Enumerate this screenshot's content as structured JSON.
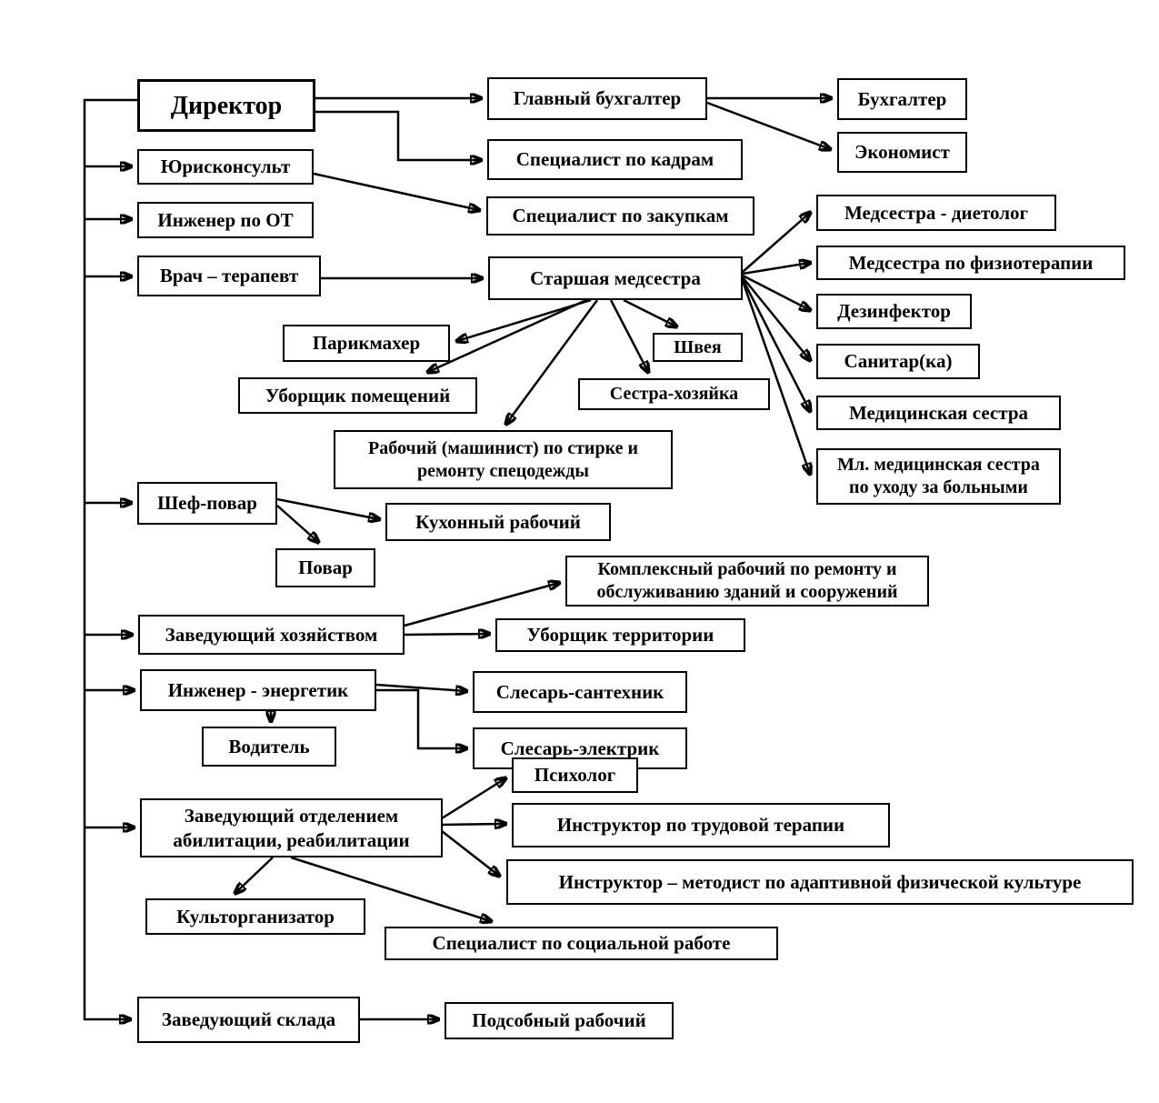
{
  "diagram": {
    "type": "org-chart",
    "language": "ru",
    "colors": {
      "background": "#ffffff",
      "box_fill": "#ffffff",
      "box_border": "#000000",
      "text": "#000000",
      "line": "#000000"
    },
    "nodes": {
      "director": "Директор",
      "legal_counsel": "Юрисконсульт",
      "safety_engineer": "Инженер по ОТ",
      "physician": "Врач – терапевт",
      "chief_accountant": "Главный бухгалтер",
      "accountant": "Бухгалтер",
      "economist": "Экономист",
      "hr_specialist": "Специалист по кадрам",
      "procurement_specialist": "Специалист по закупкам",
      "head_nurse": "Старшая медсестра",
      "dietary_nurse": "Медсестра - диетолог",
      "physio_nurse": "Медсестра по физиотерапии",
      "disinfector": "Дезинфектор",
      "orderly": "Санитар(ка)",
      "medical_nurse": "Медицинская сестра",
      "junior_nurse": "Мл. медицинская сестра\nпо уходу за больными",
      "hairdresser": "Парикмахер",
      "indoor_cleaner": "Уборщик помещений",
      "seamstress": "Швея",
      "housekeeper": "Сестра-хозяйка",
      "laundry_worker": "Рабочий (машинист) по стирке и\nремонту спецодежды",
      "chef": "Шеф-повар",
      "kitchen_worker": "Кухонный рабочий",
      "cook": "Повар",
      "household_manager": "Заведующий хозяйством",
      "maintenance_worker": "Комплексный рабочий по ремонту и\nобслуживанию зданий и сооружений",
      "territory_cleaner": "Уборщик территории",
      "energy_engineer": "Инженер - энергетик",
      "driver": "Водитель",
      "plumber": "Слесарь-сантехник",
      "electrician": "Слесарь-электрик",
      "rehab_head": "Заведующий отделением\nабилитации, реабилитации",
      "psychologist": "Психолог",
      "ot_instructor": "Инструктор по трудовой терапии",
      "ape_instructor": "Инструктор – методист по адаптивной физической культуре",
      "cultural_organizer": "Культорганизатор",
      "social_work_specialist": "Специалист по социальной работе",
      "warehouse_manager": "Заведующий склада",
      "handyman": "Подсобный рабочий"
    },
    "edges": [
      {
        "from": "director",
        "to": "chief_accountant"
      },
      {
        "from": "director",
        "to": "hr_specialist"
      },
      {
        "from": "director",
        "to": "legal_counsel"
      },
      {
        "from": "director",
        "to": "safety_engineer"
      },
      {
        "from": "director",
        "to": "physician"
      },
      {
        "from": "director",
        "to": "chef"
      },
      {
        "from": "director",
        "to": "household_manager"
      },
      {
        "from": "director",
        "to": "energy_engineer"
      },
      {
        "from": "director",
        "to": "rehab_head"
      },
      {
        "from": "director",
        "to": "warehouse_manager"
      },
      {
        "from": "chief_accountant",
        "to": "accountant"
      },
      {
        "from": "chief_accountant",
        "to": "economist"
      },
      {
        "from": "legal_counsel",
        "to": "procurement_specialist"
      },
      {
        "from": "physician",
        "to": "head_nurse"
      },
      {
        "from": "head_nurse",
        "to": "dietary_nurse"
      },
      {
        "from": "head_nurse",
        "to": "physio_nurse"
      },
      {
        "from": "head_nurse",
        "to": "disinfector"
      },
      {
        "from": "head_nurse",
        "to": "orderly"
      },
      {
        "from": "head_nurse",
        "to": "medical_nurse"
      },
      {
        "from": "head_nurse",
        "to": "junior_nurse"
      },
      {
        "from": "head_nurse",
        "to": "hairdresser"
      },
      {
        "from": "head_nurse",
        "to": "indoor_cleaner"
      },
      {
        "from": "head_nurse",
        "to": "laundry_worker"
      },
      {
        "from": "head_nurse",
        "to": "seamstress"
      },
      {
        "from": "head_nurse",
        "to": "housekeeper"
      },
      {
        "from": "chef",
        "to": "kitchen_worker"
      },
      {
        "from": "chef",
        "to": "cook"
      },
      {
        "from": "household_manager",
        "to": "maintenance_worker"
      },
      {
        "from": "household_manager",
        "to": "territory_cleaner"
      },
      {
        "from": "energy_engineer",
        "to": "driver"
      },
      {
        "from": "energy_engineer",
        "to": "plumber"
      },
      {
        "from": "energy_engineer",
        "to": "electrician"
      },
      {
        "from": "rehab_head",
        "to": "psychologist"
      },
      {
        "from": "rehab_head",
        "to": "ot_instructor"
      },
      {
        "from": "rehab_head",
        "to": "ape_instructor"
      },
      {
        "from": "rehab_head",
        "to": "cultural_organizer"
      },
      {
        "from": "rehab_head",
        "to": "social_work_specialist"
      },
      {
        "from": "warehouse_manager",
        "to": "handyman"
      }
    ]
  }
}
